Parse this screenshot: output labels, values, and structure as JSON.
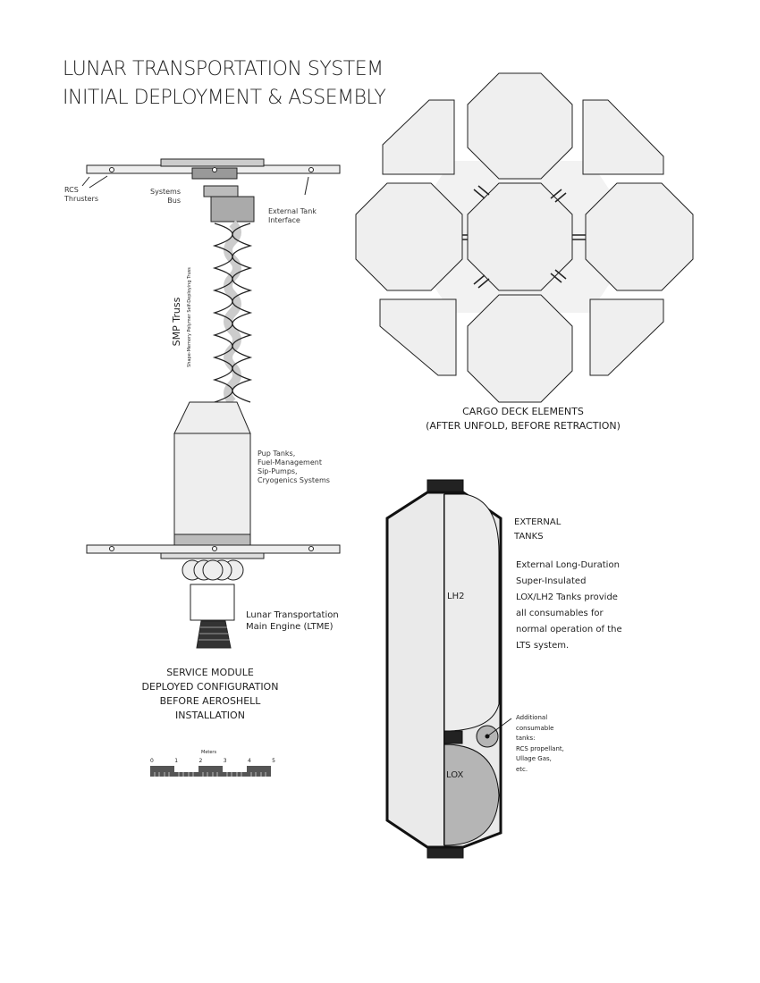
{
  "title": {
    "line1": "LUNAR TRANSPORTATION SYSTEM",
    "line2": "INITIAL DEPLOYMENT & ASSEMBLY"
  },
  "service_module": {
    "labels": {
      "rcs": "RCS\nThrusters",
      "bus": "Systems\nBus",
      "ext_tank_interface": "External Tank\nInterface",
      "truss": "SMP Truss",
      "truss_sub": "Shape-Memory Polymer Self-Deploying Truss",
      "tanks": "Pup Tanks,\nFuel-Management\nSip-Pumps,\nCryogenics Systems",
      "engine": "Lunar Transportation\nMain Engine (LTME)"
    },
    "caption": "SERVICE MODULE\nDEPLOYED CONFIGURATION\nBEFORE AEROSHELL\nINSTALLATION"
  },
  "scale_bar": {
    "unit": "Meters",
    "ticks": [
      "0",
      "1",
      "2",
      "3",
      "4",
      "5"
    ]
  },
  "cargo_deck": {
    "caption": "CARGO DECK ELEMENTS\n(AFTER UNFOLD, BEFORE RETRACTION)"
  },
  "external_tanks": {
    "heading": "EXTERNAL\nTANKS",
    "description": "External Long-Duration\nSuper-Insulated\nLOX/LH2 Tanks provide\nall consumables for\nnormal operation of the\nLTS system.",
    "lh2": "LH2",
    "lox": "LOX",
    "additional": "Additional\nconsumable\ntanks:\nRCS propellant,\nUllage Gas,\netc."
  }
}
